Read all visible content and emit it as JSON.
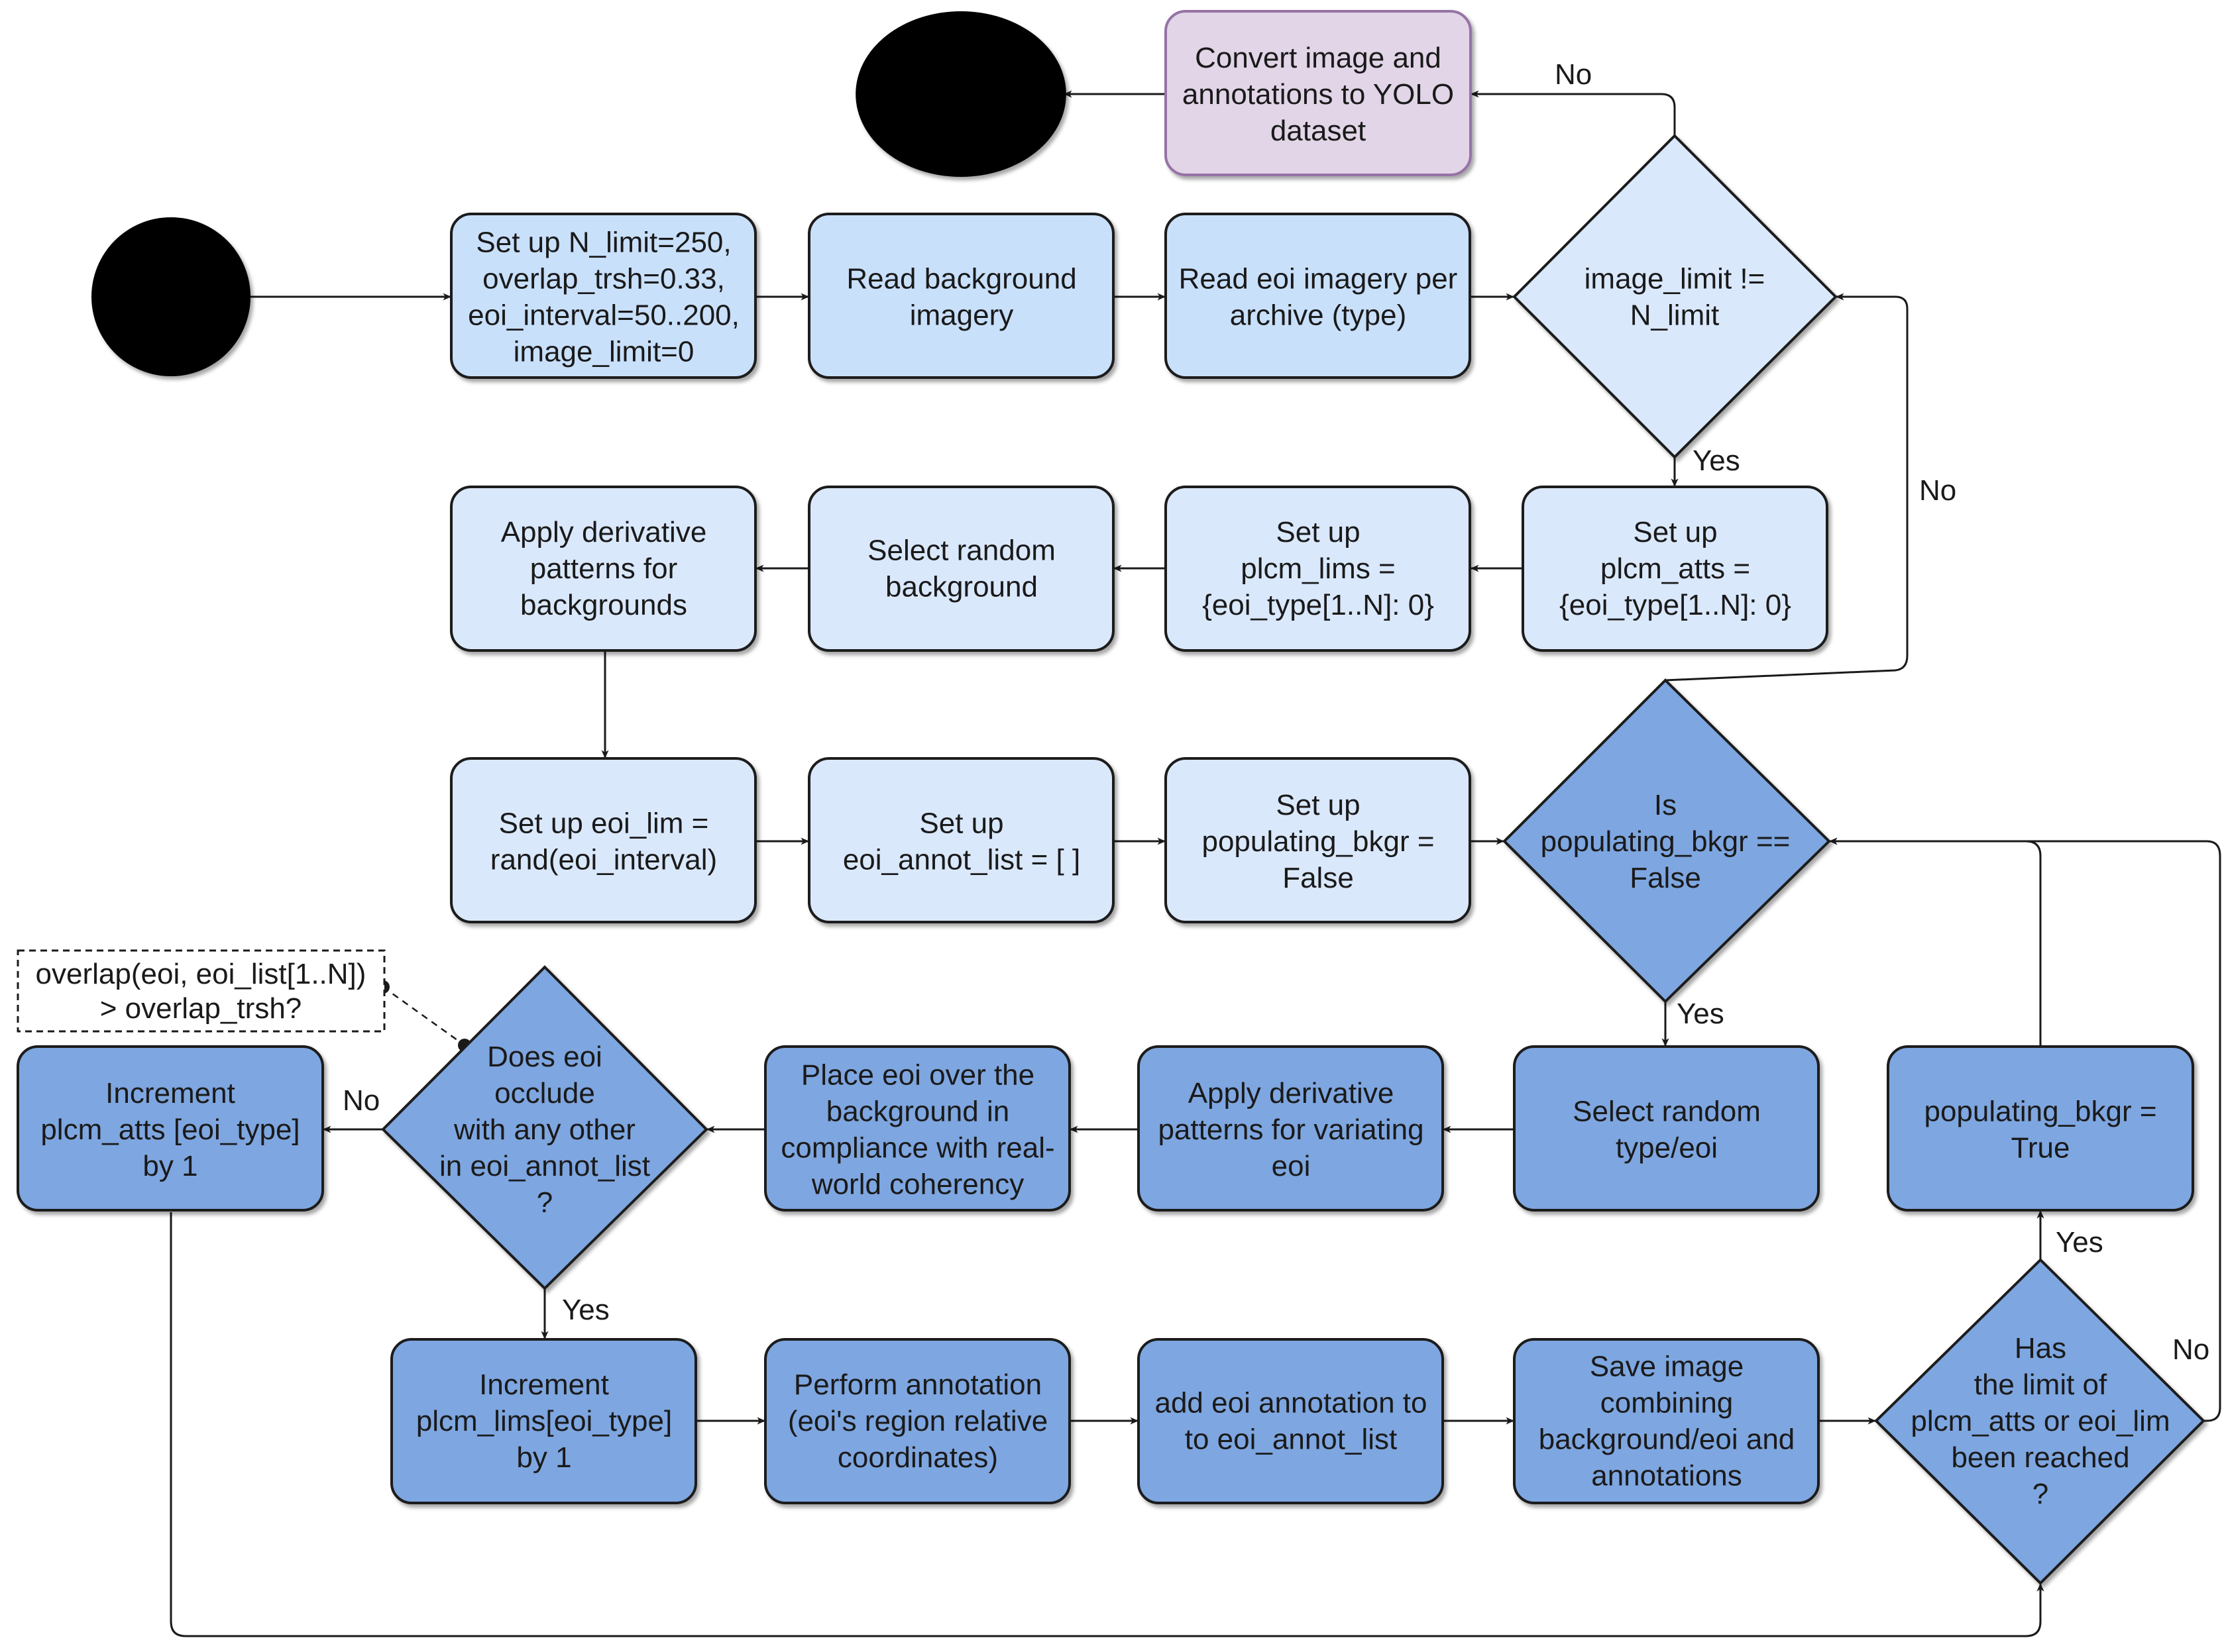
{
  "colors": {
    "light_fill": "#dae8fc",
    "mid_fill": "#c9e0fb",
    "dark_fill": "#7ea6e0",
    "purple_fill": "#e1d5e7",
    "purple_stroke": "#9673a6",
    "stroke": "#1a1a1a",
    "terminal": "#000000"
  },
  "nodes": {
    "setup_params": {
      "lines": [
        "Set up N_limit=250,",
        "overlap_trsh=0.33,",
        "eoi_interval=50..200,",
        "image_limit=0"
      ]
    },
    "read_background": {
      "lines": [
        "Read background",
        "imagery"
      ]
    },
    "read_eoi": {
      "lines": [
        "Read eoi imagery per",
        "archive (type)"
      ]
    },
    "image_limit_check": {
      "lines": [
        "image_limit !=",
        "N_limit"
      ]
    },
    "convert_yolo": {
      "lines": [
        "Convert image and",
        "annotations to YOLO",
        "dataset"
      ]
    },
    "setup_plcm_atts": {
      "lines": [
        "Set up",
        "plcm_atts =",
        "{eoi_type[1..N]: 0}"
      ]
    },
    "setup_plcm_lims": {
      "lines": [
        "Set up",
        "plcm_lims =",
        "{eoi_type[1..N]: 0}"
      ]
    },
    "select_background": {
      "lines": [
        "Select random",
        "background"
      ]
    },
    "apply_bg_patterns": {
      "lines": [
        "Apply derivative",
        "patterns for",
        "backgrounds"
      ]
    },
    "setup_eoi_lim": {
      "lines": [
        "Set up eoi_lim =",
        "rand(eoi_interval)"
      ]
    },
    "setup_annot_list": {
      "lines": [
        "Set up",
        "eoi_annot_list = [ ]"
      ]
    },
    "setup_populating": {
      "lines": [
        "Set up",
        "populating_bkgr =",
        "False"
      ]
    },
    "is_populating": {
      "lines": [
        "Is",
        "populating_bkgr ==",
        "False"
      ]
    },
    "select_type": {
      "lines": [
        "Select random",
        "type/eoi"
      ]
    },
    "apply_var_patterns": {
      "lines": [
        "Apply derivative",
        "patterns for variating",
        "eoi"
      ]
    },
    "place_eoi": {
      "lines": [
        "Place eoi over the",
        "background in",
        "compliance with real-",
        "world coherency"
      ]
    },
    "does_occlude": {
      "lines": [
        "Does eoi",
        "occlude",
        "with any other",
        "in eoi_annot_list",
        "?"
      ]
    },
    "overlap_note": {
      "lines": [
        "overlap(eoi, eoi_list[1..N])",
        "> overlap_trsh?"
      ]
    },
    "increment_atts": {
      "lines": [
        "Increment",
        "plcm_atts [eoi_type]",
        "by 1"
      ]
    },
    "increment_lims": {
      "lines": [
        "Increment",
        "plcm_lims[eoi_type]",
        "by 1"
      ]
    },
    "perform_annotation": {
      "lines": [
        "Perform annotation",
        "(eoi's region relative",
        "coordinates)"
      ]
    },
    "add_annotation": {
      "lines": [
        "add eoi annotation to",
        "to eoi_annot_list"
      ]
    },
    "save_image": {
      "lines": [
        "Save image",
        "combining",
        "background/eoi and",
        "annotations"
      ]
    },
    "limit_reached": {
      "lines": [
        "Has",
        "the limit of",
        "plcm_atts or eoi_lim",
        "been reached",
        "?"
      ]
    },
    "set_populating_true": {
      "lines": [
        "populating_bkgr =",
        "True"
      ]
    }
  },
  "edge_labels": {
    "image_limit_no": "No",
    "image_limit_yes": "Yes",
    "populating_no": "No",
    "populating_yes": "Yes",
    "occlude_no": "No",
    "occlude_yes": "Yes",
    "limit_yes": "Yes",
    "limit_no": "No"
  }
}
